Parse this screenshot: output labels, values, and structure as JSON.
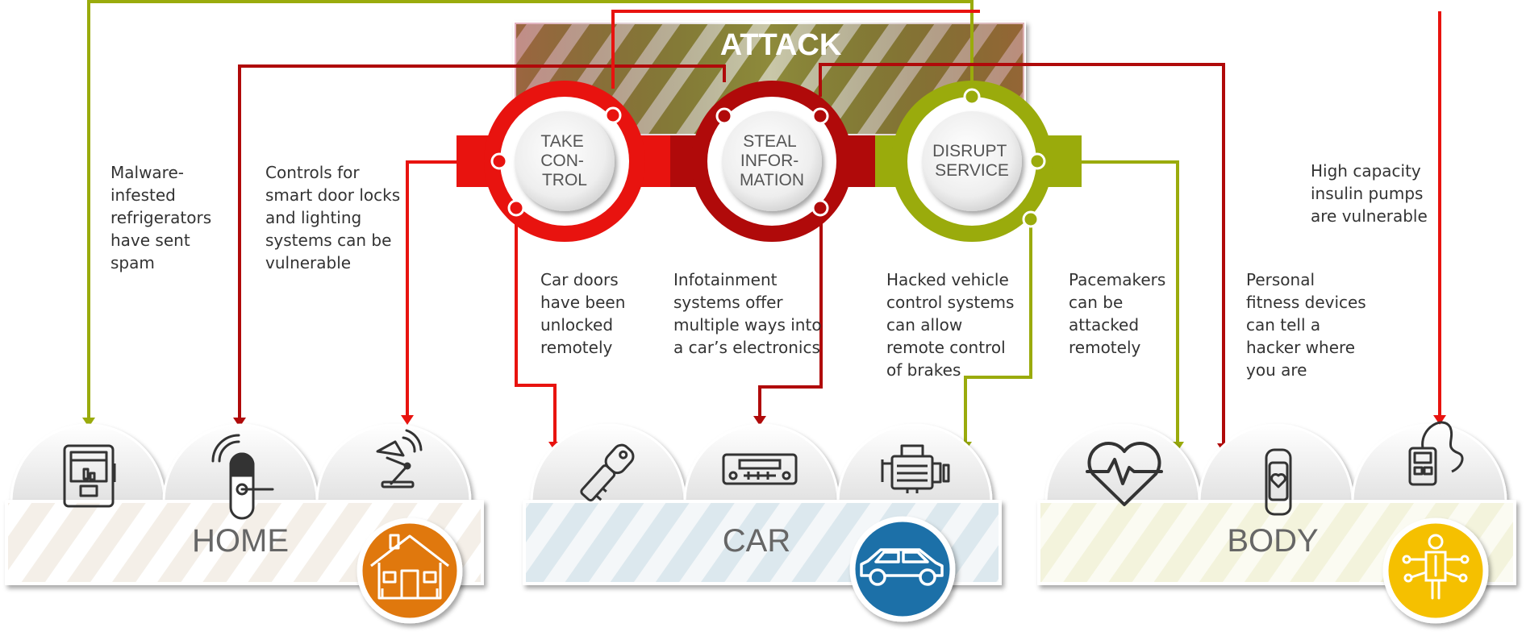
{
  "attack": {
    "title": "ATTACK",
    "rings": [
      {
        "id": "take-control",
        "lines": [
          "TAKE",
          "CON-",
          "TROL"
        ],
        "color": "#e8130f"
      },
      {
        "id": "steal-information",
        "lines": [
          "STEAL",
          "INFOR-",
          "MATION"
        ],
        "color": "#b00a0a"
      },
      {
        "id": "disrupt-service",
        "lines": [
          "DISRUPT",
          "SERVICE"
        ],
        "color": "#9aab0c"
      }
    ]
  },
  "colors": {
    "take_control": "#e8130f",
    "steal_information": "#b00a0a",
    "disrupt_service": "#9aab0c",
    "home": "#e07810",
    "car": "#1a6fa8",
    "body": "#f5c000"
  },
  "groups": [
    {
      "id": "home",
      "label": "HOME",
      "badge_icon": "house-icon",
      "items": [
        "refrigerator-icon",
        "smart-lock-icon",
        "desk-lamp-icon"
      ]
    },
    {
      "id": "car",
      "label": "CAR",
      "badge_icon": "car-icon",
      "items": [
        "car-key-icon",
        "car-radio-icon",
        "engine-icon"
      ]
    },
    {
      "id": "body",
      "label": "BODY",
      "badge_icon": "wearable-person-icon",
      "items": [
        "heartbeat-icon",
        "fitness-tracker-icon",
        "insulin-pump-icon"
      ]
    }
  ],
  "notes": {
    "refrigerators": "Malware-\ninfested\nrefrigerators\nhave sent\nspam",
    "door_locks": "Controls for\nsmart door locks\nand lighting\nsystems can be\nvulnerable",
    "insulin": "High capacity\ninsulin pumps\nare vulnerable",
    "car_doors": "Car doors\nhave been\nunlocked\nremotely",
    "infotainment": "Infotainment\nsystems offer\nmultiple ways into\na car’s electronics",
    "vehicle_control": "Hacked vehicle\ncontrol systems\ncan allow\nremote control\nof brakes",
    "pacemakers": "Pacemakers\ncan be\nattacked\nremotely",
    "fitness": "Personal\nfitness devices\ncan tell a\nhacker where\nyou are"
  }
}
